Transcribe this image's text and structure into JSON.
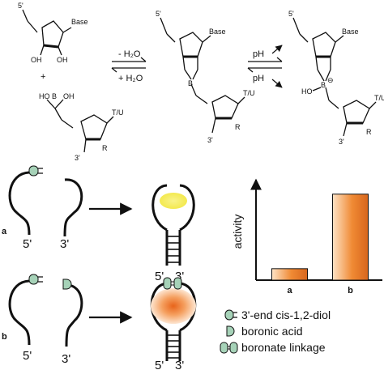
{
  "chem": {
    "five_prime": "5'",
    "three_prime": "3'",
    "base": "Base",
    "oh": "OH",
    "ho": "HO",
    "plus": "+",
    "b": "B",
    "tu": "T/U",
    "r": "R",
    "minus_water": "- H₂O",
    "plus_water": "+ H₂O",
    "ph": "pH",
    "ho_b": "HO",
    "minus_charge": "⊖"
  },
  "panels": {
    "a": "a",
    "b": "b",
    "five": "5'",
    "three": "3'"
  },
  "legend": {
    "diol": "3'-end cis-1,2-diol",
    "boronic": "boronic acid",
    "linkage": "boronate linkage"
  },
  "chart_data": {
    "type": "bar",
    "ylabel": "activity",
    "categories": [
      "a",
      "b"
    ],
    "values": [
      0.12,
      0.9
    ],
    "ylim": [
      0,
      1
    ],
    "colors": [
      "#f08a34",
      "#e8742a"
    ]
  },
  "colors": {
    "diol_green": "#a6d2b8",
    "orange": "#f07f2a",
    "yellow": "#f6ee6a"
  }
}
